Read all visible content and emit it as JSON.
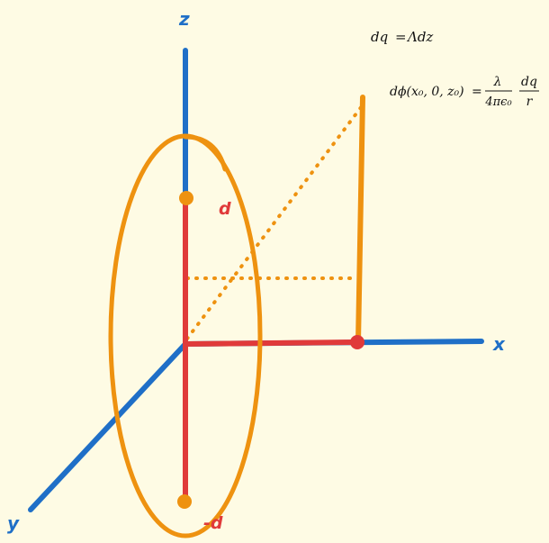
{
  "colors": {
    "background": "#fefbe4",
    "axis": "#1f6fc7",
    "line_charge": "#e03a3a",
    "ring": "#ee9210",
    "text": "#111111"
  },
  "axes": {
    "z_label": "z",
    "x_label": "x",
    "y_label": "y"
  },
  "charge_labels": {
    "top": "d",
    "bottom": "-d"
  },
  "equations": {
    "dq_lhs": "dq",
    "dq_eq": "=",
    "dq_rhs": "Λdz",
    "potential_lhs": "dϕ(x₀, 0, z₀)",
    "potential_eq": "=",
    "frac1_num": "λ",
    "frac1_den": "4πϵ₀",
    "frac2_num": "dq",
    "frac2_den": "r"
  }
}
